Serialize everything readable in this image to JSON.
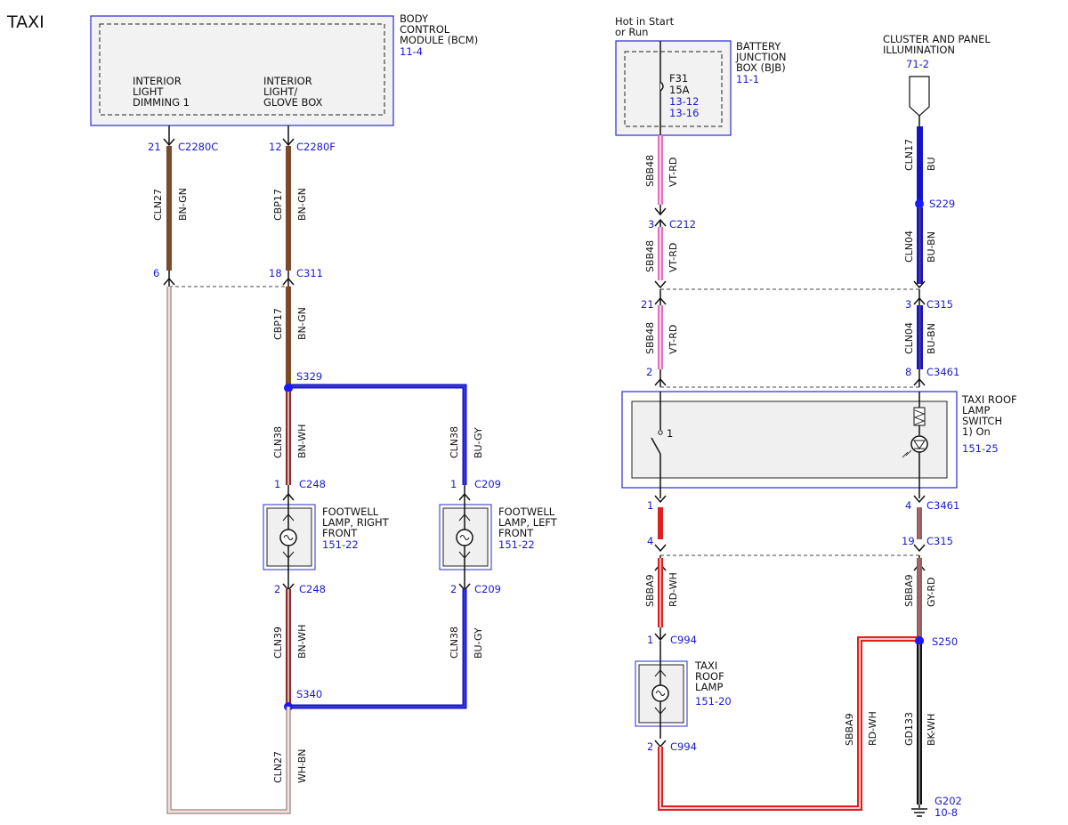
{
  "title": "TAXI",
  "bcm": {
    "lines": [
      "BODY",
      "CONTROL",
      "MODULE (BCM)"
    ],
    "ref": "11-4",
    "pin1": [
      "INTERIOR",
      "LIGHT",
      "DIMMING 1"
    ],
    "pin2": [
      "INTERIOR",
      "LIGHT/",
      "GLOVE BOX"
    ]
  },
  "bjb": {
    "hot": [
      "Hot in Start",
      "or Run"
    ],
    "lines": [
      "BATTERY",
      "JUNCTION",
      "BOX (BJB)"
    ],
    "ref": "11-1",
    "fuse": "F31",
    "amp": "15A",
    "fref1": "13-12",
    "fref2": "13-16"
  },
  "cluster": {
    "lines": [
      "CLUSTER AND PANEL",
      "ILLUMINATION"
    ],
    "ref": "71-2"
  },
  "switch": {
    "lines": [
      "TAXI ROOF",
      "LAMP",
      "SWITCH",
      "1) On"
    ],
    "ref": "151-25",
    "pos": "1"
  },
  "fw_right": {
    "lines": [
      "FOOTWELL",
      "LAMP, RIGHT",
      "FRONT"
    ],
    "ref": "151-22"
  },
  "fw_left": {
    "lines": [
      "FOOTWELL",
      "LAMP, LEFT",
      "FRONT"
    ],
    "ref": "151-22"
  },
  "roof_lamp": {
    "lines": [
      "TAXI",
      "ROOF",
      "LAMP"
    ],
    "ref": "151-20"
  },
  "ground": {
    "name": "G202",
    "ref": "10-8"
  },
  "pins": [
    {
      "pin": "21",
      "conn": "C2280C"
    },
    {
      "pin": "12",
      "conn": "C2280F"
    },
    {
      "pin": "6",
      "conn": ""
    },
    {
      "pin": "18",
      "conn": "C311"
    },
    {
      "pin": "",
      "conn": "S329"
    },
    {
      "pin": "1",
      "conn": "C248"
    },
    {
      "pin": "1",
      "conn": "C209"
    },
    {
      "pin": "2",
      "conn": "C248"
    },
    {
      "pin": "2",
      "conn": "C209"
    },
    {
      "pin": "",
      "conn": "S340"
    },
    {
      "pin": "3",
      "conn": "C212"
    },
    {
      "pin": "21",
      "conn": ""
    },
    {
      "pin": "2",
      "conn": ""
    },
    {
      "pin": "",
      "conn": "S229"
    },
    {
      "pin": "3",
      "conn": "C315"
    },
    {
      "pin": "8",
      "conn": "C3461"
    },
    {
      "pin": "1",
      "conn": ""
    },
    {
      "pin": "4",
      "conn": ""
    },
    {
      "pin": "4",
      "conn": "C3461"
    },
    {
      "pin": "19",
      "conn": "C315"
    },
    {
      "pin": "1",
      "conn": "C994"
    },
    {
      "pin": "2",
      "conn": "C994"
    },
    {
      "pin": "",
      "conn": "S250"
    }
  ],
  "wires": [
    {
      "circuit": "CLN27",
      "color": "BN-GN"
    },
    {
      "circuit": "CBP17",
      "color": "BN-GN"
    },
    {
      "circuit": "CBP17",
      "color": "BN-GN"
    },
    {
      "circuit": "CLN38",
      "color": "BN-WH"
    },
    {
      "circuit": "CLN38",
      "color": "BU-GY"
    },
    {
      "circuit": "CLN39",
      "color": "BN-WH"
    },
    {
      "circuit": "CLN38",
      "color": "BU-GY"
    },
    {
      "circuit": "CLN27",
      "color": "WH-BN"
    },
    {
      "circuit": "SBB48",
      "color": "VT-RD"
    },
    {
      "circuit": "SBB48",
      "color": "VT-RD"
    },
    {
      "circuit": "SBB48",
      "color": "VT-RD"
    },
    {
      "circuit": "CLN17",
      "color": "BU"
    },
    {
      "circuit": "CLN04",
      "color": "BU-BN"
    },
    {
      "circuit": "CLN04",
      "color": "BU-BN"
    },
    {
      "circuit": "SBBA9",
      "color": "RD-WH"
    },
    {
      "circuit": "SBBA9",
      "color": "GY-RD"
    },
    {
      "circuit": "SBBA9",
      "color": "RD-WH"
    },
    {
      "circuit": "GD133",
      "color": "BK-WH"
    }
  ],
  "colors": {
    "blue_ref": "#1a1acc",
    "brown": "#7a4a2a",
    "blue": "#1515c8",
    "red": "#e02020",
    "violet": "#e070c0",
    "black": "#111111"
  }
}
